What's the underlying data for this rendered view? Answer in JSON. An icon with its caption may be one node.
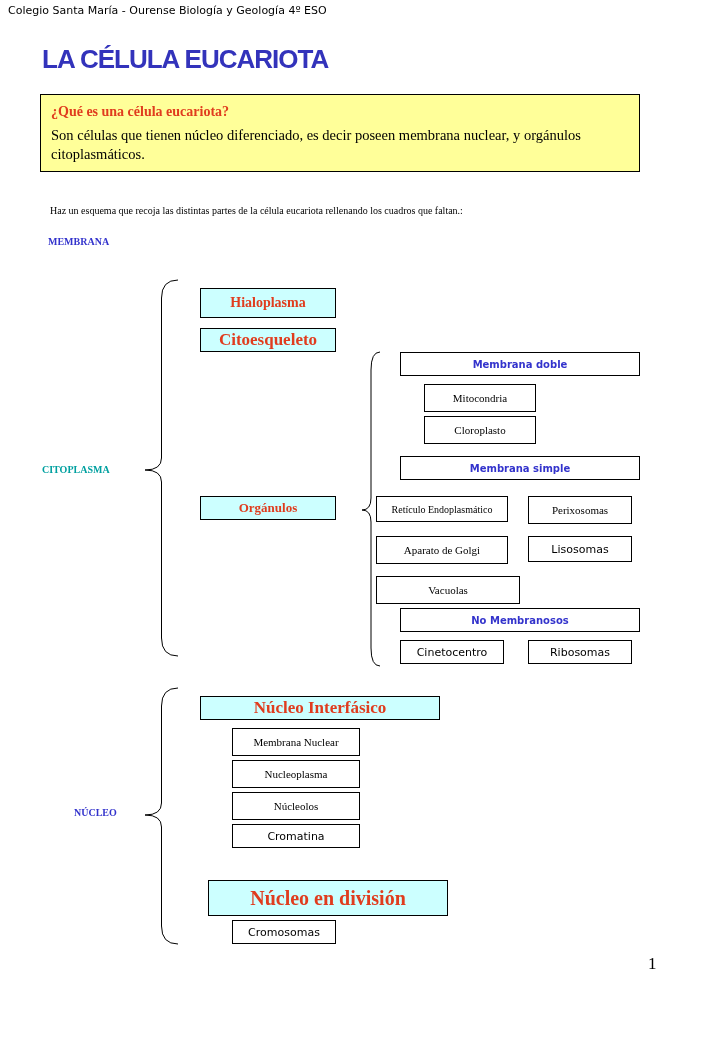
{
  "diagram": {
    "title": "LA CÉLULA EUCARIOTA",
    "nodes": [
      {
        "text": [
          "¿Qué es una célula eucariota?",
          "Son células que tienen núcleo diferenciado, es decir poseen membrana nuclear, y orgánulos citoplasmáticos."
        ]
      },
      {
        "text": [
          "Hialoplasma"
        ]
      },
      {
        "text": [
          "Citoesqueleto"
        ]
      },
      {
        "text": [
          "Orgánulos"
        ]
      },
      {
        "text": [
          "Membrana doble"
        ]
      },
      {
        "text": [
          "Mitocondria"
        ]
      },
      {
        "text": [
          "Cloroplasto"
        ]
      },
      {
        "text": [
          "Membrana simple"
        ]
      },
      {
        "text": [
          "Retículo Endoplasmático"
        ]
      },
      {
        "text": [
          "Perixosomas"
        ]
      },
      {
        "text": [
          "Aparato de Golgi"
        ]
      },
      {
        "text": [
          "Lisosomas"
        ]
      },
      {
        "text": [
          "Vacuolas"
        ]
      },
      {
        "text": [
          "No Membranosos"
        ]
      },
      {
        "text": [
          "Cinetocentro"
        ]
      },
      {
        "text": [
          "Ribosomas"
        ]
      },
      {
        "text": [
          "Núcleo Interfásico"
        ]
      },
      {
        "text": [
          "Membrana Nuclear"
        ]
      },
      {
        "text": [
          "Nucleoplasma"
        ]
      },
      {
        "text": [
          "Núcleolos"
        ]
      },
      {
        "text": [
          "Cromatina"
        ]
      },
      {
        "text": [
          "Núcleo en división"
        ]
      },
      {
        "text": [
          "Cromosomas"
        ]
      }
    ],
    "edges": [],
    "labels": [
      "Colegio Santa María - Ourense Biología y Geología 4º ESO",
      "Haz un esquema que recoja las distintas partes de la célula eucariota rellenando los cuadros que faltan.:",
      "MEMBRANA",
      "CITOPLASMA",
      "NÚCLEO",
      "1"
    ]
  }
}
